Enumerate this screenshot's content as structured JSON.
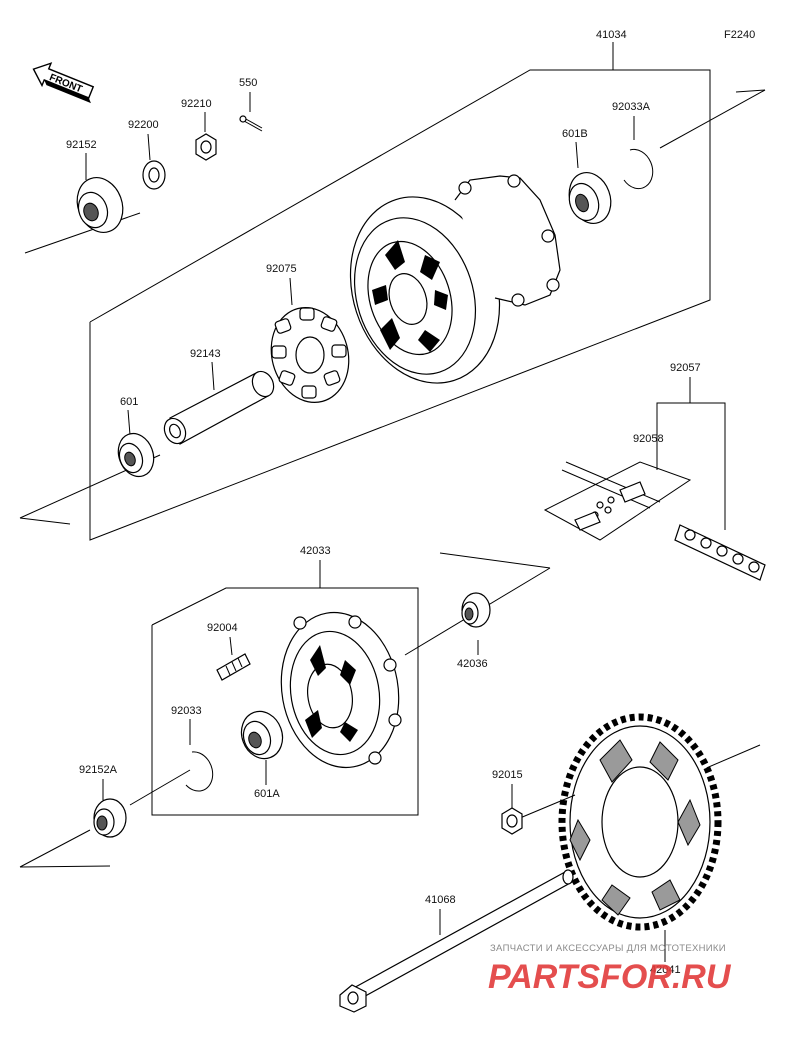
{
  "diagram": {
    "code": "F2240",
    "front_label": "FRONT",
    "labels": {
      "p41034": "41034",
      "p92152": "92152",
      "p92200": "92200",
      "p92210": "92210",
      "p550": "550",
      "p601B": "601B",
      "p92033A": "92033A",
      "p92075": "92075",
      "p92143": "92143",
      "p601": "601",
      "p92057": "92057",
      "p92058": "92058",
      "p42033": "42033",
      "p92004": "92004",
      "p42036": "42036",
      "p92033": "92033",
      "p601A": "601A",
      "p92152A": "92152A",
      "p92015": "92015",
      "p41068": "41068",
      "p42041": "42041"
    }
  },
  "watermark": {
    "line1": "ЗАПЧАСТИ И АКСЕССУАРЫ ДЛЯ МОТОТЕХНИКИ",
    "brand": "PARTSFOR.RU"
  }
}
